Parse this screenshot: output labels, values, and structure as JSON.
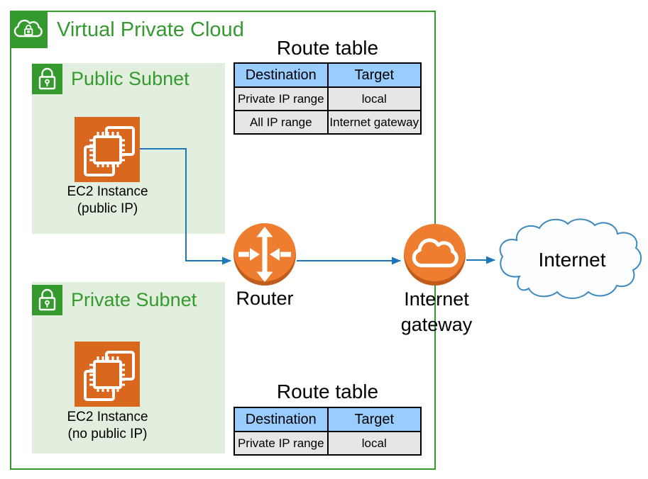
{
  "colors": {
    "green": "#359a2e",
    "subnet_fill": "#e3efde",
    "orange": "#d9671e",
    "circle_orange": "#ee7d30",
    "blue": "#1b77b8",
    "cloud_stroke": "#3d88bd",
    "cloud_fill": "#fbfdfe",
    "table_header": "#99ccff",
    "table_row": "#e6e6e6"
  },
  "vpc": {
    "label": "Virtual Private Cloud"
  },
  "public_subnet": {
    "label": "Public Subnet"
  },
  "private_subnet": {
    "label": "Private Subnet"
  },
  "ec2_public": {
    "name": "EC2 Instance",
    "detail": "(public IP)"
  },
  "ec2_private": {
    "name": "EC2 Instance",
    "detail": "(no public IP)"
  },
  "router": {
    "label": "Router"
  },
  "internet_gateway": {
    "label_line1": "Internet",
    "label_line2": "gateway"
  },
  "internet": {
    "label": "Internet"
  },
  "route_table_public": {
    "title": "Route table",
    "headers": [
      "Destination",
      "Target"
    ],
    "rows": [
      [
        "Private IP range",
        "local"
      ],
      [
        "All IP range",
        "Internet gateway"
      ]
    ]
  },
  "route_table_private": {
    "title": "Route table",
    "headers": [
      "Destination",
      "Target"
    ],
    "rows": [
      [
        "Private IP range",
        "local"
      ]
    ]
  }
}
